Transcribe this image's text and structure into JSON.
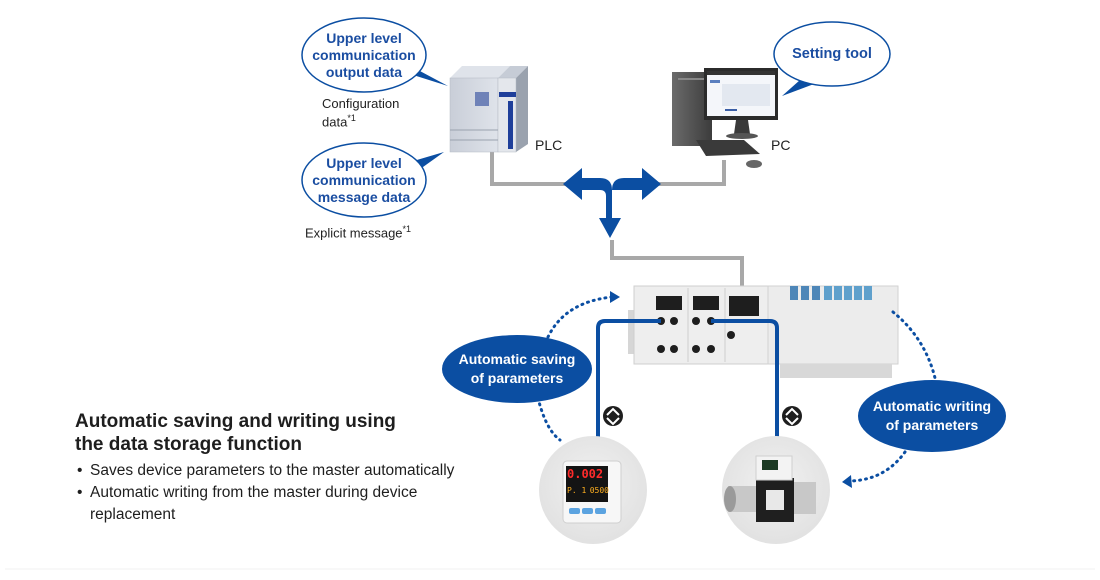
{
  "diagram": {
    "bubbles": {
      "upper_output": [
        "Upper level",
        "communication",
        "output data"
      ],
      "upper_message": [
        "Upper level",
        "communication",
        "message data"
      ],
      "setting_tool": "Setting tool"
    },
    "labels": {
      "configuration_data_line1": "Configuration",
      "configuration_data_line2": "data",
      "configuration_note": "*1",
      "explicit_message": "Explicit message",
      "explicit_note": "*1",
      "plc": "PLC",
      "pc": "PC"
    },
    "ovals": {
      "saving": [
        "Automatic saving",
        "of parameters"
      ],
      "writing": [
        "Automatic writing",
        "of parameters"
      ]
    },
    "display_readout": {
      "main": "0.002",
      "sub_left": "P. 1",
      "sub_right": "0500"
    },
    "colors": {
      "brand_blue": "#0b4ea2",
      "bubble_text": "#1a4da1",
      "wire_gray": "#a8a8a8",
      "device_circle": "#e6e6e6"
    }
  },
  "summary": {
    "heading_line1": "Automatic saving and writing using",
    "heading_line2": "the data storage function",
    "bullets": [
      "Saves device parameters to the master automatically",
      "Automatic writing from the master during device replacement"
    ]
  }
}
